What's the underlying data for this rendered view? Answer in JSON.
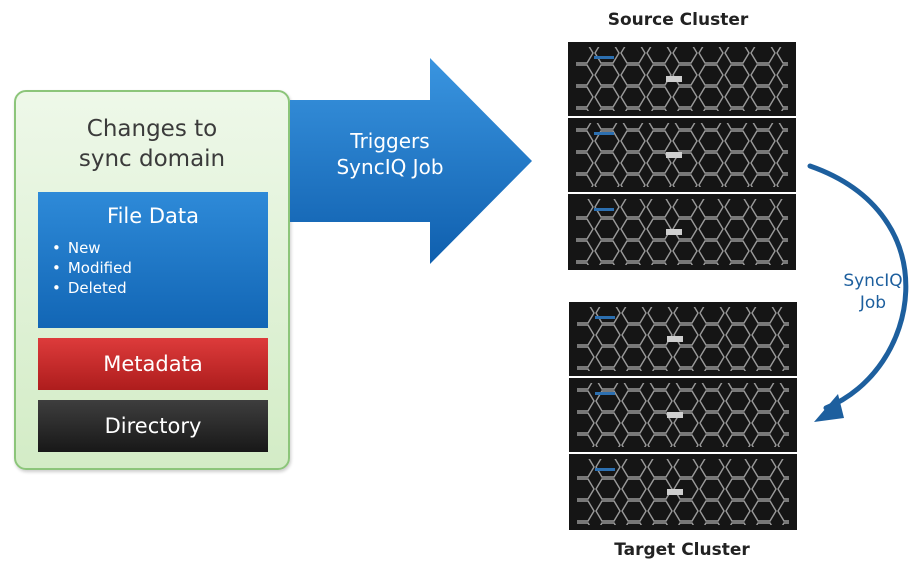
{
  "changes_panel": {
    "title_line1": "Changes to",
    "title_line2": "sync domain",
    "file_data": {
      "title": "File Data",
      "items": [
        "New",
        "Modified",
        "Deleted"
      ]
    },
    "metadata_label": "Metadata",
    "directory_label": "Directory"
  },
  "trigger_arrow": {
    "line1": "Triggers",
    "line2": "SyncIQ Job"
  },
  "source_cluster": {
    "title": "Source Cluster"
  },
  "target_cluster": {
    "title": "Target Cluster"
  },
  "sync_arrow": {
    "line1": "SyncIQ",
    "line2": "Job"
  },
  "colors": {
    "panel_border": "#8cc57a",
    "file_data_blue": "#1e78c8",
    "metadata_red": "#c62828",
    "directory_black": "#222222",
    "arrow_blue": "#1a73c4",
    "sync_arrow_blue": "#1d5f9e"
  }
}
